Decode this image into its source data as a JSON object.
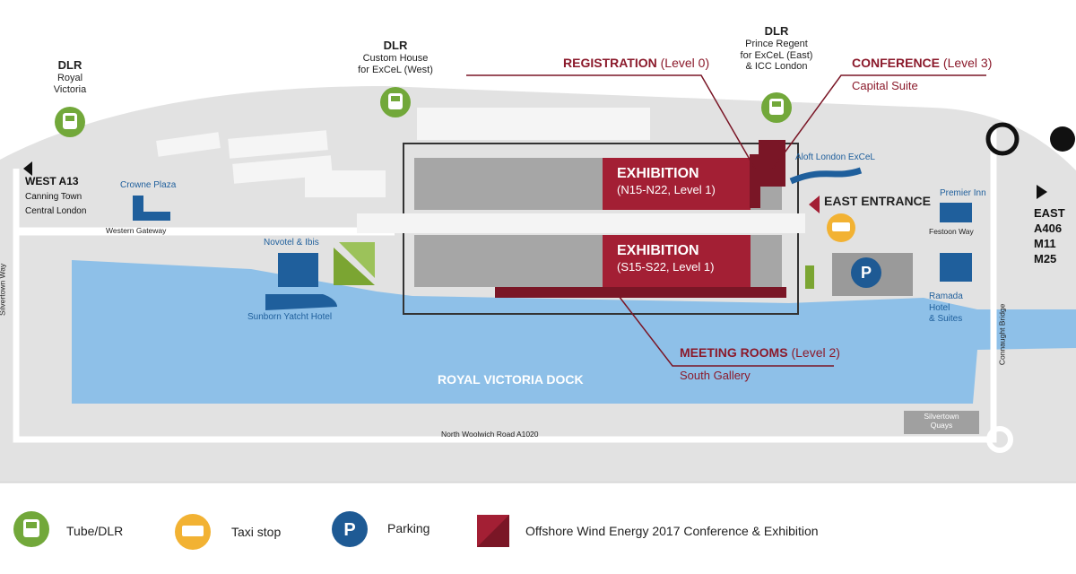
{
  "stations": {
    "royal_victoria": {
      "mode": "DLR",
      "name": "Royal Victoria"
    },
    "custom_house": {
      "mode": "DLR",
      "name_line1": "Custom House",
      "name_line2": "for ExCeL (West)"
    },
    "prince_regent": {
      "mode": "DLR",
      "name_line1": "Prince Regent",
      "name_line2": "for ExCeL (East)",
      "name_line3": "& ICC London"
    }
  },
  "directions": {
    "west": {
      "road": "WEST A13",
      "line1": "Canning Town",
      "line2": "Central London"
    },
    "east": {
      "road": "EAST",
      "line1": "A406",
      "line2": "M11",
      "line3": "M25"
    }
  },
  "roads": {
    "silvertown_way": "Silvertown Way",
    "western_gateway": "Western Gateway",
    "festoon_way": "Festoon Way",
    "north_woolwich": "North Woolwich Road A1020",
    "connaught_bridge": "Connaught Bridge"
  },
  "places": {
    "crowne_plaza": "Crowne Plaza",
    "novotel_ibis": "Novotel & Ibis",
    "sunborn": "Sunborn Yatcht Hotel",
    "aloft": "Aloft London ExCeL",
    "premier_inn": "Premier Inn",
    "ramada_1": "Ramada",
    "ramada_2": "Hotel",
    "ramada_3": "& Suites",
    "silvertown_quays_1": "Silvertown",
    "silvertown_quays_2": "Quays",
    "dock": "ROYAL VICTORIA DOCK",
    "east_entrance": "EAST ENTRANCE"
  },
  "callouts": {
    "registration": {
      "name": "REGISTRATION",
      "level": "(Level 0)"
    },
    "conference": {
      "name": "CONFERENCE",
      "level": "(Level 3)",
      "sub": "Capital Suite"
    },
    "meeting": {
      "name": "MEETING ROOMS",
      "level": "(Level 2)",
      "sub": "South Gallery"
    }
  },
  "exhibitions": {
    "north": {
      "title": "EXHIBITION",
      "detail": "(N15-N22, Level 1)"
    },
    "south": {
      "title": "EXHIBITION",
      "detail": "(S15-S22, Level 1)"
    }
  },
  "legend": {
    "tube": "Tube/DLR",
    "taxi": "Taxi stop",
    "parking": "Parking",
    "event": "Offshore Wind Energy 2017 Conference & Exhibition"
  },
  "icons": {
    "dlr": "train-icon",
    "taxi": "taxi-icon",
    "parking": "P"
  },
  "colors": {
    "land": "#e2e2e2",
    "water": "#8ec0e8",
    "hall": "#a6a6a6",
    "event": "#a31f34",
    "event_dark": "#7a1626",
    "dlr": "#72a83a",
    "taxi": "#f2b233",
    "parking": "#1e5a94",
    "hotel": "#1f5f9c",
    "green": "#7ba532"
  }
}
